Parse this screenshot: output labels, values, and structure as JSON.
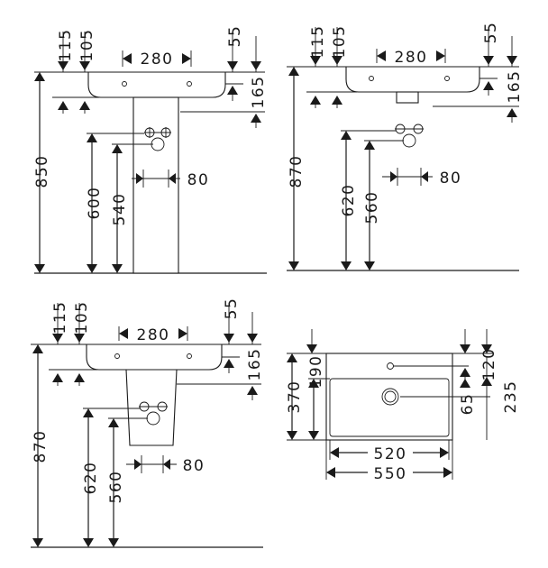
{
  "views": {
    "pedestal": {
      "dims": {
        "top_a": "115",
        "top_b": "105",
        "width_center": "280",
        "right_a": "55",
        "right_b": "165",
        "total_height": "850",
        "trap_height": "600",
        "outlet_height": "540",
        "offset": "80"
      }
    },
    "wall_hung": {
      "dims": {
        "top_a": "115",
        "top_b": "105",
        "width_center": "280",
        "right_a": "55",
        "right_b": "165",
        "total_height": "870",
        "trap_height": "620",
        "outlet_height": "560",
        "offset": "80"
      }
    },
    "semi_pedestal": {
      "dims": {
        "top_a": "115",
        "top_b": "105",
        "width_center": "280",
        "right_a": "55",
        "right_b": "165",
        "total_height": "870",
        "trap_height": "620",
        "outlet_height": "560",
        "offset": "80"
      }
    },
    "top_view": {
      "dims": {
        "depth": "370",
        "bowl_depth": "190",
        "tap_offset": "120",
        "drain_offset": "65",
        "back_depth": "235",
        "inner_width": "520",
        "outer_width": "550"
      }
    }
  }
}
